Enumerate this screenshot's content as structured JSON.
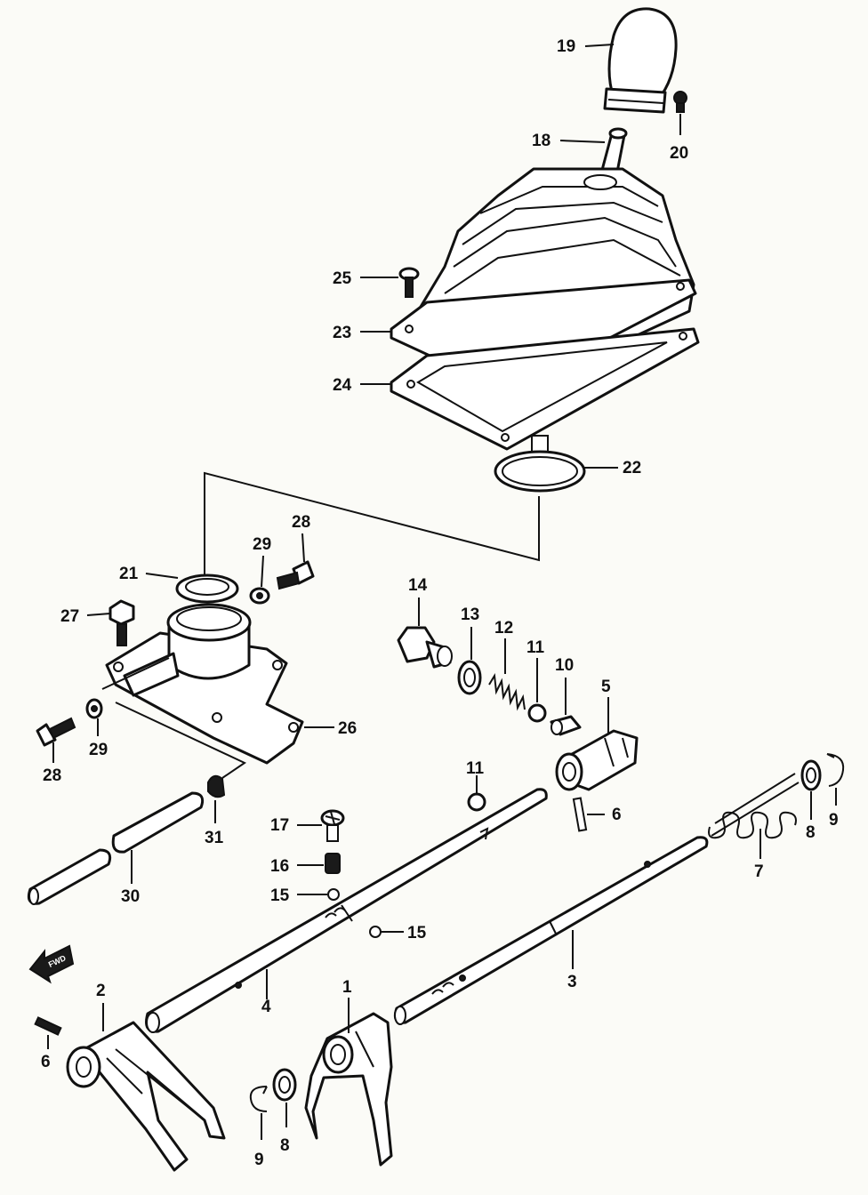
{
  "callouts": {
    "c19": "19",
    "c20": "20",
    "c18": "18",
    "c25": "25",
    "c23": "23",
    "c24": "24",
    "c22": "22",
    "c28a": "28",
    "c29a": "29",
    "c21": "21",
    "c27": "27",
    "c14": "14",
    "c13": "13",
    "c12": "12",
    "c11a": "11",
    "c10": "10",
    "c5": "5",
    "c26": "26",
    "c28b": "28",
    "c29b": "29",
    "c11b": "11",
    "c6a": "6",
    "c31": "31",
    "c17": "17",
    "c16": "16",
    "c15a": "15",
    "c15b": "15",
    "c30": "30",
    "c8a": "8",
    "c9a": "9",
    "c7": "7",
    "c3": "3",
    "c4": "4",
    "c2": "2",
    "c1": "1",
    "c6b": "6",
    "c9b": "9",
    "c8b": "8"
  },
  "direction_arrow": {
    "label": "FWD"
  }
}
